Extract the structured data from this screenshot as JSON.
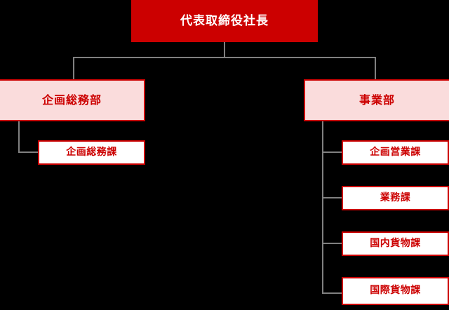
{
  "chart": {
    "type": "org-chart",
    "background_color": "#000000",
    "connector_color": "#808080",
    "accent_color": "#cc0000",
    "levels": {
      "level1": {
        "fill": "#cc0000",
        "text_color": "#ffffff",
        "border": "none"
      },
      "level2": {
        "fill": "#fadcdc",
        "text_color": "#cc0000",
        "border": "#cc0000"
      },
      "level3": {
        "fill": "#ffffff",
        "text_color": "#cc0000",
        "border": "#cc0000"
      }
    }
  },
  "nodes": {
    "president": {
      "label": "代表取締役社長"
    },
    "planning_division": {
      "label": "企画総務部"
    },
    "business_division": {
      "label": "事業部"
    },
    "planning_section": {
      "label": "企画総務課"
    },
    "sales_section": {
      "label": "企画営業課"
    },
    "operations_section": {
      "label": "業務課"
    },
    "domestic_cargo_section": {
      "label": "国内貨物課"
    },
    "international_cargo_section": {
      "label": "国際貨物課"
    }
  },
  "hierarchy": [
    {
      "id": "president",
      "label": "代表取締役社長",
      "level": 1,
      "children": [
        {
          "id": "planning_division",
          "label": "企画総務部",
          "level": 2,
          "children": [
            {
              "id": "planning_section",
              "label": "企画総務課",
              "level": 3,
              "children": []
            }
          ]
        },
        {
          "id": "business_division",
          "label": "事業部",
          "level": 2,
          "children": [
            {
              "id": "sales_section",
              "label": "企画営業課",
              "level": 3,
              "children": []
            },
            {
              "id": "operations_section",
              "label": "業務課",
              "level": 3,
              "children": []
            },
            {
              "id": "domestic_cargo_section",
              "label": "国内貨物課",
              "level": 3,
              "children": []
            },
            {
              "id": "international_cargo_section",
              "label": "国際貨物課",
              "level": 3,
              "children": []
            }
          ]
        }
      ]
    }
  ]
}
